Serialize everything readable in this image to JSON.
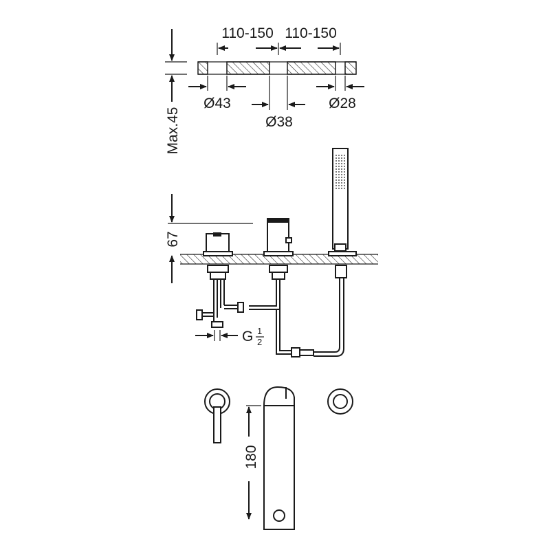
{
  "dimensions": {
    "spacing_left": "110-150",
    "spacing_right": "110-150",
    "hole_left": "Ø43",
    "hole_center": "Ø38",
    "hole_right": "Ø28",
    "max_thickness": "Max.45",
    "height_above_deck": "67",
    "thread": "G",
    "thread_num": "1",
    "thread_den": "2",
    "spout_length": "180"
  },
  "colors": {
    "line": "#1a1a1a",
    "background": "#ffffff"
  }
}
